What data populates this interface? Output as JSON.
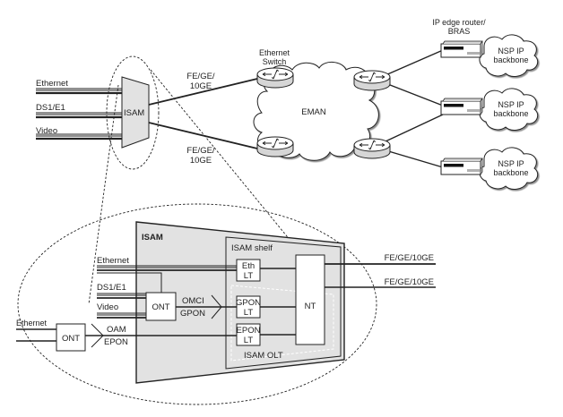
{
  "top": {
    "inputs": [
      "Ethernet",
      "DS1/E1",
      "Video"
    ],
    "isam_label": "ISAM",
    "uplink_labels": [
      [
        "FE/GE/",
        "10GE"
      ],
      [
        "FE/GE/",
        "10GE"
      ]
    ],
    "switch_label": [
      "Ethernet",
      "Switch"
    ],
    "eman_label": "EMAN",
    "bras_label": [
      "IP edge router/",
      "BRAS"
    ],
    "backbone_label": [
      "NSP IP",
      "backbone"
    ],
    "backbone_count": 3
  },
  "detail": {
    "isam_title": "ISAM",
    "shelf_title": "ISAM shelf",
    "olt_title": "ISAM OLT",
    "lt_cards": [
      [
        "Eth",
        "LT"
      ],
      [
        "GPON",
        "LT"
      ],
      [
        "EPON",
        "LT"
      ]
    ],
    "nt_label": "NT",
    "inner_inputs": [
      "Ethernet",
      "DS1/E1",
      "Video"
    ],
    "inner_ont_label": "ONT",
    "gpon_link": [
      "OMCI",
      "GPON"
    ],
    "outer_input": "Ethernet",
    "outer_ont_label": "ONT",
    "epon_link": [
      "OAM",
      "EPON"
    ],
    "uplinks": [
      "FE/GE/10GE",
      "FE/GE/10GE"
    ]
  }
}
